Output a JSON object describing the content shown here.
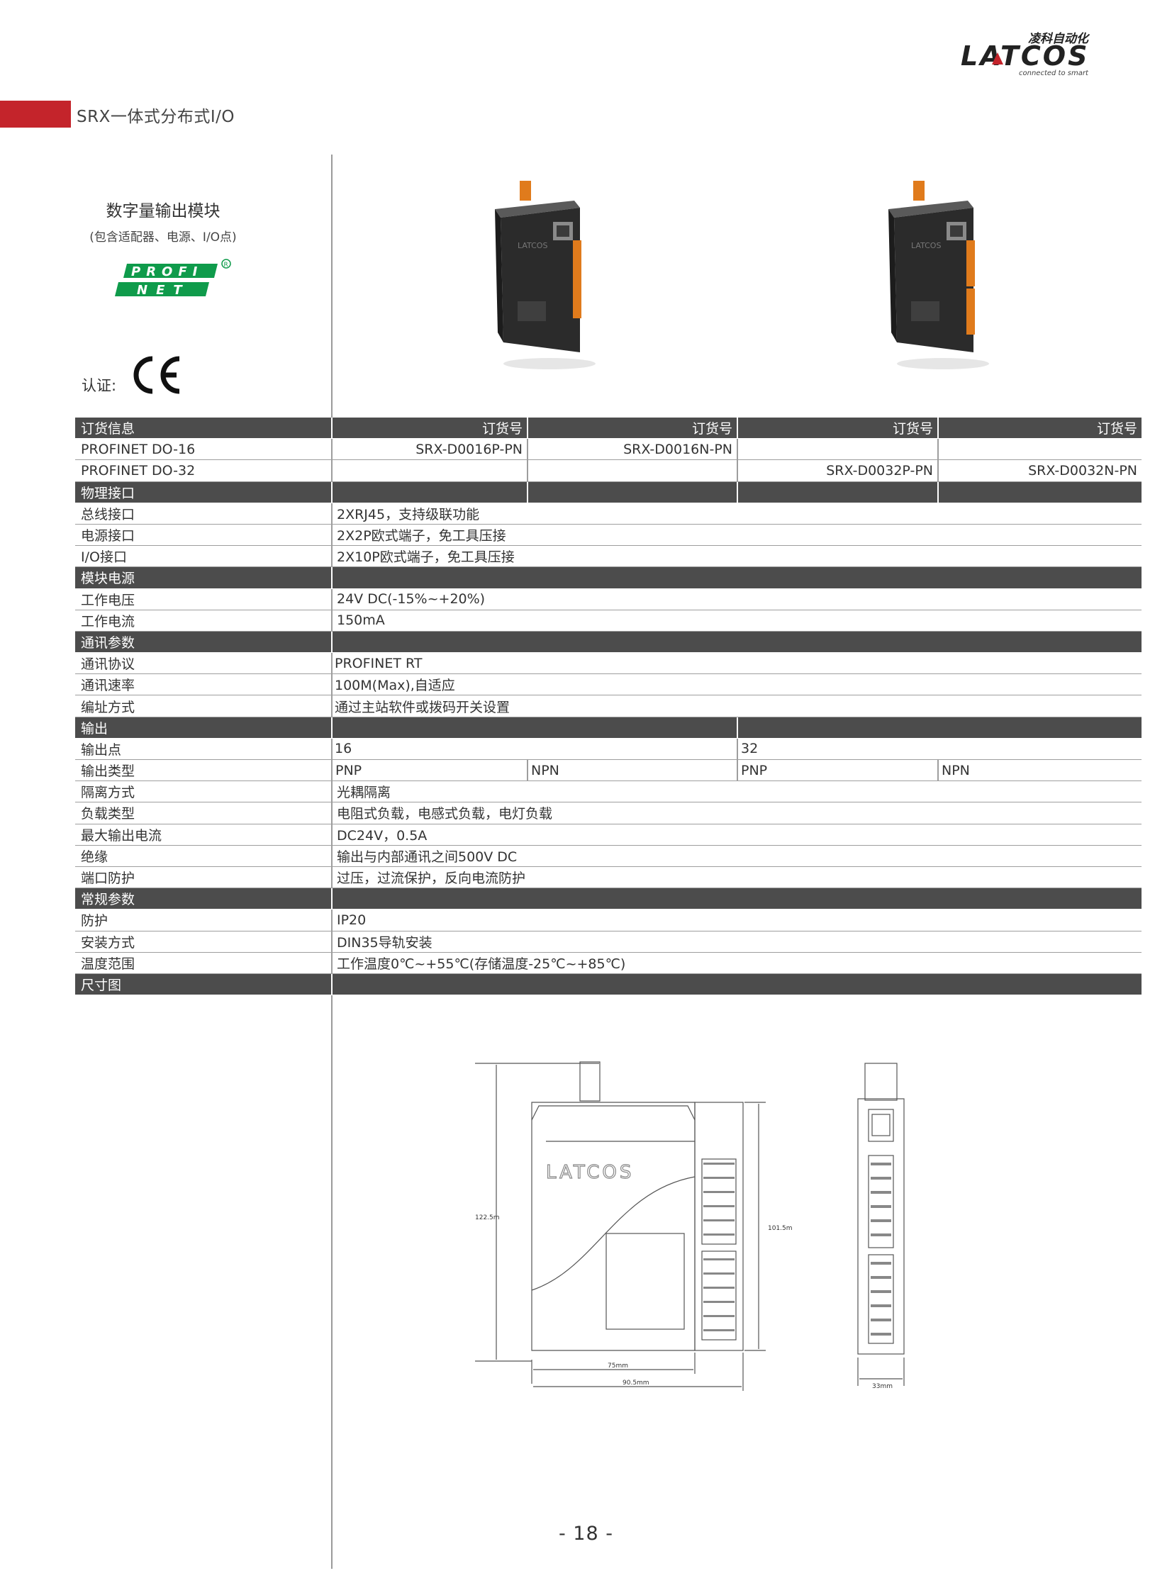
{
  "header": {
    "section_title": "SRX一体式分布式I/O",
    "logo_text": "LATCOS",
    "logo_cn": "凌科自动化",
    "logo_tagline": "connected to smart"
  },
  "module": {
    "title": "数字量输出模块",
    "subtitle": "(包含适配器、电源、I/O点)",
    "profinet_line1": "PROFI",
    "profinet_line2": "NET",
    "cert_label": "认证:",
    "cert_mark": "CE",
    "product_brand": "LATCOS"
  },
  "table": {
    "order_header": "订货信息",
    "order_no_label": "订货号",
    "do16_label": "PROFINET DO-16",
    "do16_p": "SRX-D0016P-PN",
    "do16_n": "SRX-D0016N-PN",
    "do32_label": "PROFINET DO-32",
    "do32_p": "SRX-D0032P-PN",
    "do32_n": "SRX-D0032N-PN",
    "physical": "物理接口",
    "bus_label": "总线接口",
    "bus_value": "2XRJ45，支持级联功能",
    "power_if_label": "电源接口",
    "power_if_value": "2X2P欧式端子，免工具压接",
    "io_if_label": "I/O接口",
    "io_if_value": "2X10P欧式端子，免工具压接",
    "module_power": "模块电源",
    "voltage_label": "工作电压",
    "voltage_value": "24V DC(-15%~+20%)",
    "current_label": "工作电流",
    "current_value": "150mA",
    "comm": "通讯参数",
    "protocol_label": "通讯协议",
    "protocol_value": "PROFINET RT",
    "rate_label": "通讯速率",
    "rate_value": "100M(Max),自适应",
    "addr_label": "编址方式",
    "addr_value": "通过主站软件或拨码开关设置",
    "output": "输出",
    "points_label": "输出点",
    "points_16": "16",
    "points_32": "32",
    "type_label": "输出类型",
    "type_pnp": "PNP",
    "type_npn": "NPN",
    "isolation_label": "隔离方式",
    "isolation_value": "光耦隔离",
    "load_label": "负载类型",
    "load_value": "电阻式负载，电感式负载，电灯负载",
    "maxcur_label": "最大输出电流",
    "maxcur_value": "DC24V，0.5A",
    "insul_label": "绝缘",
    "insul_value": "输出与内部通讯之间500V DC",
    "portprot_label": "端口防护",
    "portprot_value": "过压，过流保护，反向电流防护",
    "general": "常规参数",
    "protect_label": "防护",
    "protect_value": "IP20",
    "mount_label": "安装方式",
    "mount_value": "DIN35导轨安装",
    "temp_label": "温度范围",
    "temp_value": "工作温度0℃~+55℃(存储温度-25℃~+85℃)",
    "dims": "尺寸图"
  },
  "drawing": {
    "height_label": "122.5m",
    "inner_height_label": "101.5m",
    "depth_label": "75mm",
    "total_depth_label": "90.5mm",
    "width_label": "33mm",
    "brand": "LATCOS"
  },
  "page_number": "- 18 -"
}
